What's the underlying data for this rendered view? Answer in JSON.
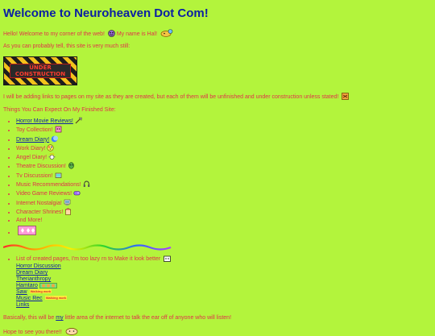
{
  "header": {
    "title": "Welcome to Neuroheaven Dot Com!"
  },
  "intro": {
    "greeting": "Hello! Welcome to my corner of the web!",
    "name_text": "My name is Hal!",
    "probably_tell": "As you can probably tell, this site is very much still:"
  },
  "banner": {
    "line1": "UNDER",
    "line2": "CONSTRUCTION"
  },
  "notice": "I will be adding links to pages on my site as they are created, but each of them will be unfinished and under construction unless stated!",
  "expect": {
    "heading": "Things You Can Expect On My Finished Site:",
    "items": [
      {
        "label": "Horror Movie Reviews!",
        "is_link": true,
        "icon": "axe-icon"
      },
      {
        "label": "Toy Collection!",
        "is_link": false,
        "icon": "toy-icon"
      },
      {
        "label": "Dream Diary!",
        "is_link": true,
        "icon": "moon-icon"
      },
      {
        "label": "Work Diary!",
        "is_link": false,
        "icon": "paint-icon"
      },
      {
        "label": "Angel Diary!",
        "is_link": false,
        "icon": "angel-icon"
      },
      {
        "label": "Theatre Discussion!",
        "is_link": false,
        "icon": "mask-icon"
      },
      {
        "label": "Tv Discussion!",
        "is_link": false,
        "icon": "tv-icon"
      },
      {
        "label": "Music Recommendations!",
        "is_link": false,
        "icon": "headphones-icon"
      },
      {
        "label": "Video Game Reviews!",
        "is_link": false,
        "icon": "gamepad-icon"
      },
      {
        "label": "Internet Nostalgia!",
        "is_link": false,
        "icon": "computer-icon"
      },
      {
        "label": "Character Shrines!",
        "is_link": false,
        "icon": "shrine-icon"
      },
      {
        "label": "And More!",
        "is_link": false,
        "icon": ""
      },
      {
        "label": "",
        "is_link": false,
        "icon": "sparkle-icon"
      }
    ]
  },
  "created": {
    "heading": "List of created pages, I'm too lazy rn to Make it look better",
    "links": [
      {
        "label": "Horror Discussion",
        "badge": ""
      },
      {
        "label": "Dream Diary",
        "badge": ""
      },
      {
        "label": "Therianthropy",
        "badge": ""
      },
      {
        "label": "Hamtaro",
        "badge": ""
      },
      {
        "label": "Saw",
        "badge": "Walking work"
      },
      {
        "label": "Music Rec",
        "badge": "Walking work"
      },
      {
        "label": "Links",
        "badge": ""
      }
    ]
  },
  "closing": {
    "before": "Basically, this will be",
    "link": "my",
    "after": "little area of the internet to talk the ear off of anyone who will listen!",
    "hope": "Hope to see you there!!"
  },
  "colors": {
    "background": "#b3f43c",
    "text": "#e0334a",
    "link": "#0b1fa3"
  }
}
